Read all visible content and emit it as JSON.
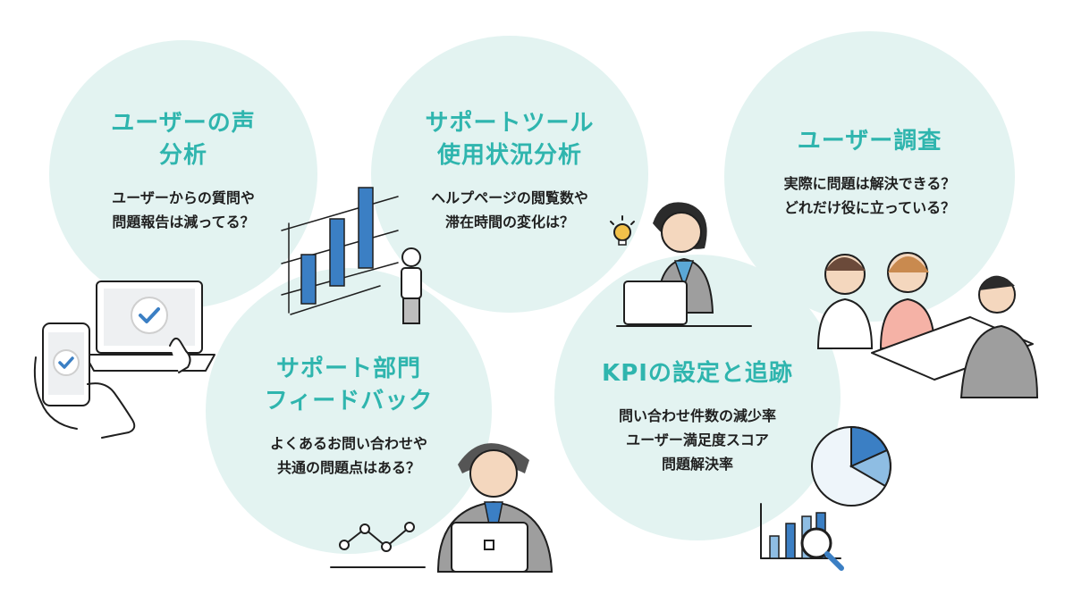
{
  "cards": [
    {
      "title_lines": [
        "ユーザーの声",
        "分析"
      ],
      "body_lines": [
        "ユーザーからの質問や",
        "問題報告は減ってる？"
      ]
    },
    {
      "title_lines": [
        "サポートツール",
        "使用状況分析"
      ],
      "body_lines": [
        "ヘルプページの閲覧数や",
        "滞在時間の変化は？"
      ]
    },
    {
      "title_lines": [
        "ユーザー調査"
      ],
      "body_lines": [
        "実際に問題は解決できる？",
        "どれだけ役に立っている？"
      ]
    },
    {
      "title_lines": [
        "サポート部門",
        "フィードバック"
      ],
      "body_lines": [
        "よくあるお問い合わせや",
        "共通の問題点はある？"
      ]
    },
    {
      "title_lines": [
        "KPIの設定と追跡"
      ],
      "body_lines": [
        "問い合わせ件数の減少率",
        "ユーザー満足度スコア",
        "問題解決率"
      ]
    }
  ],
  "colors": {
    "title": "#2fb5ae",
    "circle": "#e3f3f1",
    "accent_blue": "#3b7fc4",
    "skin": "#f4d7be"
  },
  "icons": [
    "laptop-check-icon",
    "phone-check-icon",
    "bar-chart-person-icon",
    "lightbulb-icon",
    "woman-laptop-icon",
    "meeting-group-icon",
    "operator-headset-icon",
    "line-chart-icon",
    "pie-chart-icon",
    "magnifier-chart-icon"
  ]
}
